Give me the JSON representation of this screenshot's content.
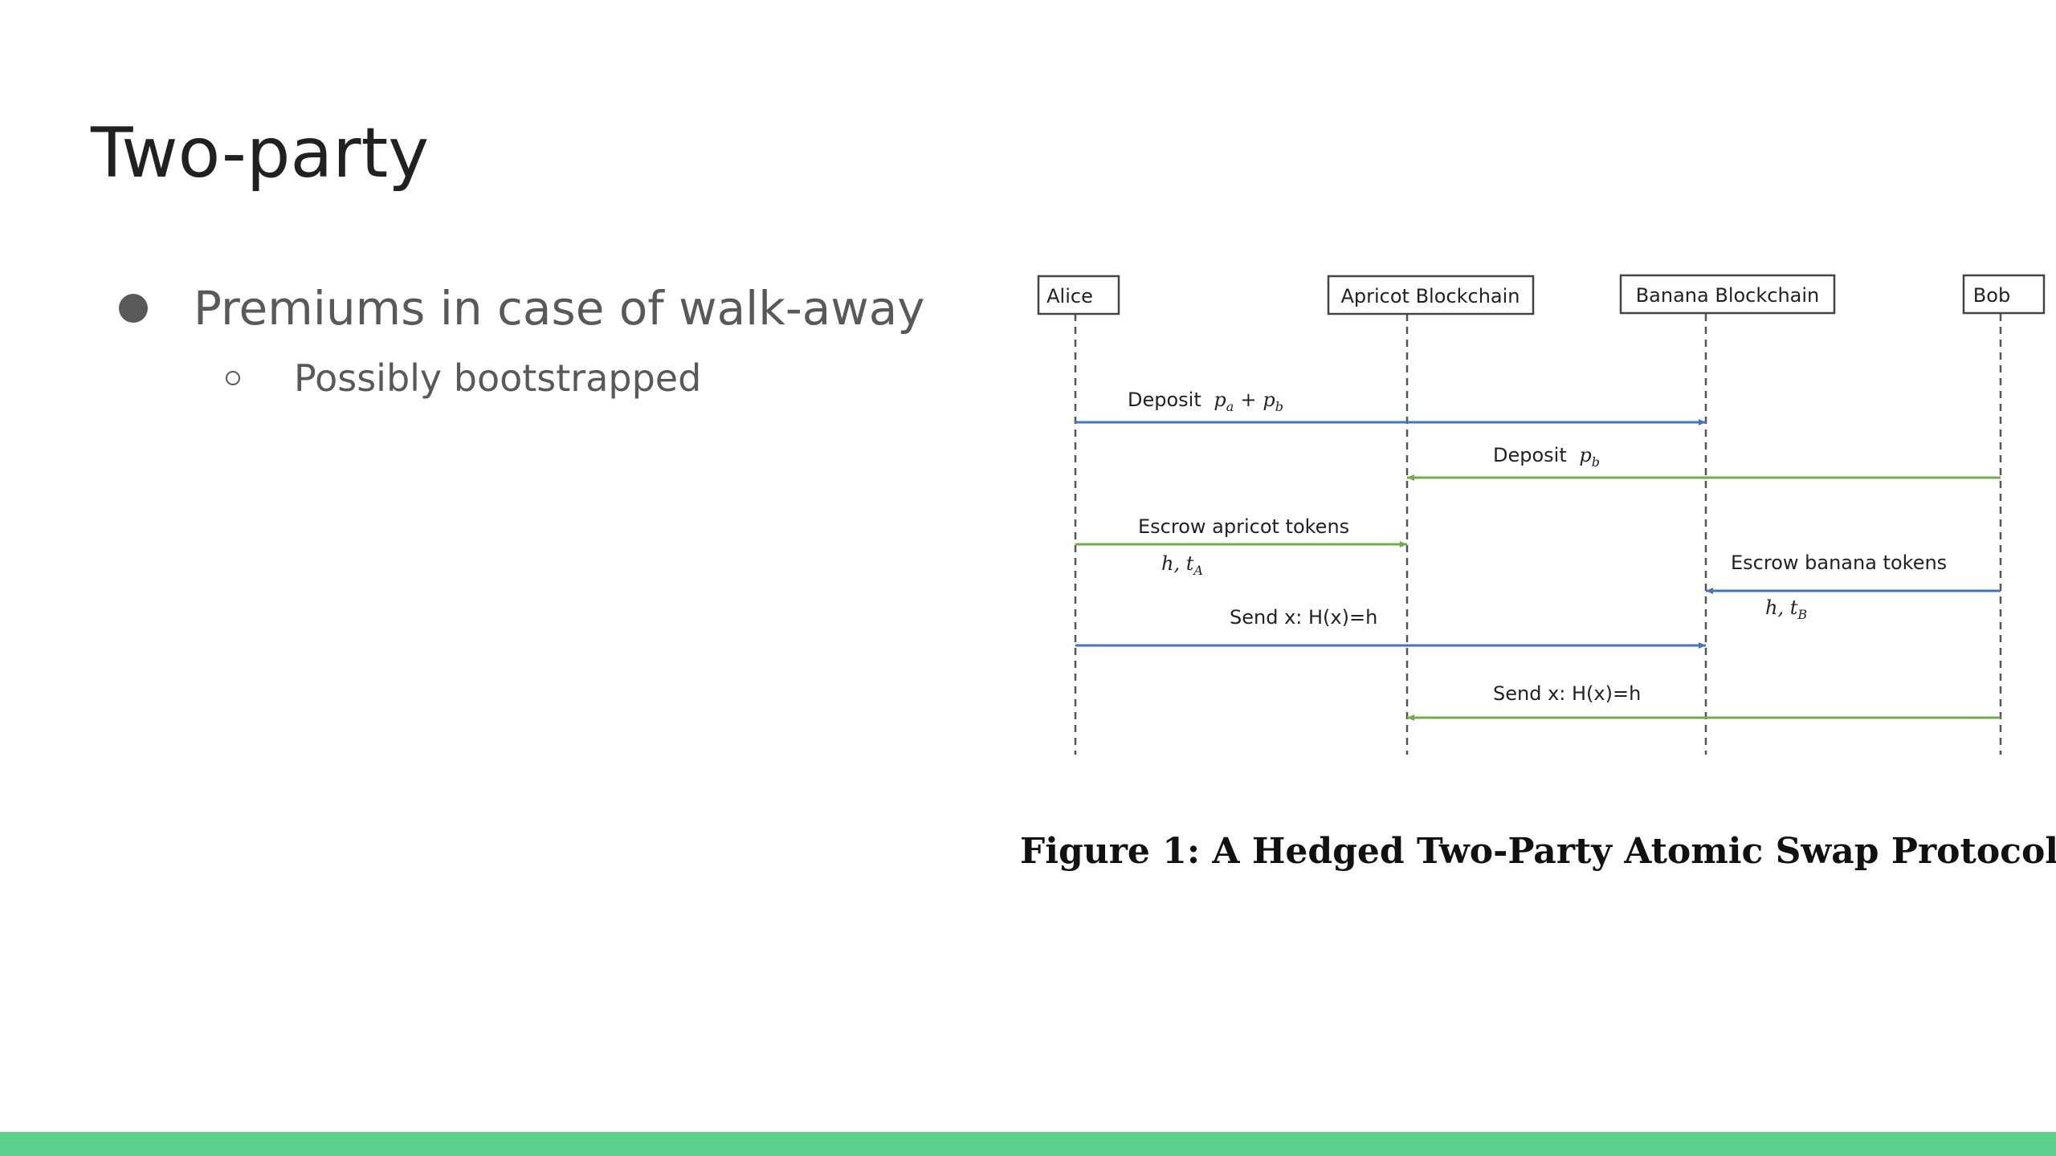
{
  "slide": {
    "title": "Two-party",
    "bullets": [
      {
        "text": "Premiums in case of walk-away",
        "sub": [
          {
            "text": "Possibly bootstrapped"
          }
        ]
      }
    ],
    "accent_color": "#5fd08e"
  },
  "diagram": {
    "participants": [
      "Alice",
      "Apricot Blockchain",
      "Banana Blockchain",
      "Bob"
    ],
    "messages": [
      {
        "label": "Deposit",
        "math": "p_a + p_b",
        "from": "Alice",
        "to": "Banana Blockchain",
        "color": "#4472c4"
      },
      {
        "label": "Deposit",
        "math": "p_b",
        "from": "Bob",
        "to": "Apricot Blockchain",
        "color": "#70ad47"
      },
      {
        "label": "Escrow apricot tokens",
        "note": "h, t_A",
        "from": "Alice",
        "to": "Apricot Blockchain",
        "color": "#70ad47"
      },
      {
        "label": "Escrow banana tokens",
        "note": "h, t_B",
        "from": "Bob",
        "to": "Banana Blockchain",
        "color": "#4472c4"
      },
      {
        "label": "Send x: H(x)=h",
        "from": "Alice",
        "to": "Banana Blockchain",
        "color": "#4472c4"
      },
      {
        "label": "Send x: H(x)=h",
        "from": "Bob",
        "to": "Apricot Blockchain",
        "color": "#70ad47"
      }
    ],
    "caption": "Figure 1: A Hedged Two-Party Atomic Swap Protocol"
  }
}
